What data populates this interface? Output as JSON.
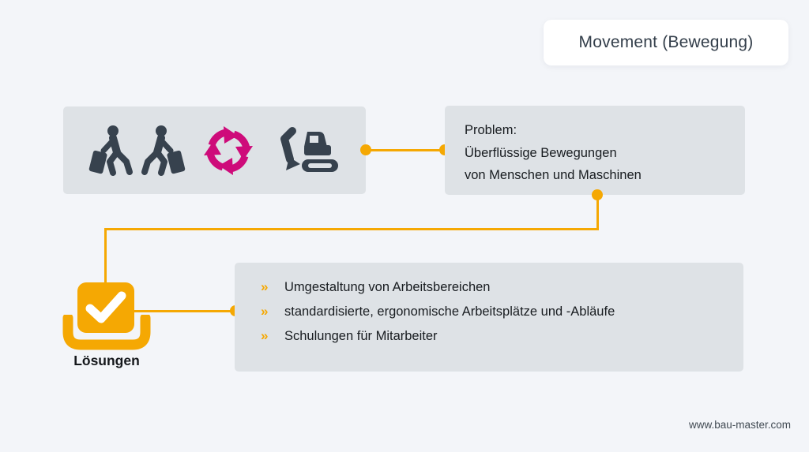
{
  "header": {
    "title": "Movement (Bewegung)"
  },
  "icon_panel": {
    "icons": [
      "person-with-luggage-left",
      "person-with-luggage-right",
      "rotation-cycle-arrows",
      "excavator"
    ]
  },
  "problem": {
    "heading": "Problem:",
    "lines": [
      "Überflüssige Bewegungen",
      "von Menschen und Maschinen"
    ]
  },
  "solutions": {
    "label": "Lösungen",
    "marker": "»",
    "items": [
      "Umgestaltung von Arbeitsbereichen",
      "standardisierte, ergonomische Arbeitsplätze und -Abläufe",
      "Schulungen für Mitarbeiter"
    ]
  },
  "footer": {
    "url": "www.bau-master.com"
  },
  "colors": {
    "accent_orange": "#F5A803",
    "magenta": "#CE0B7A",
    "slate": "#37424E",
    "panel_gray": "#DEE2E6",
    "background": "#F3F5F9",
    "text_dark": "#181C20",
    "card_white": "#FFFFFF"
  }
}
